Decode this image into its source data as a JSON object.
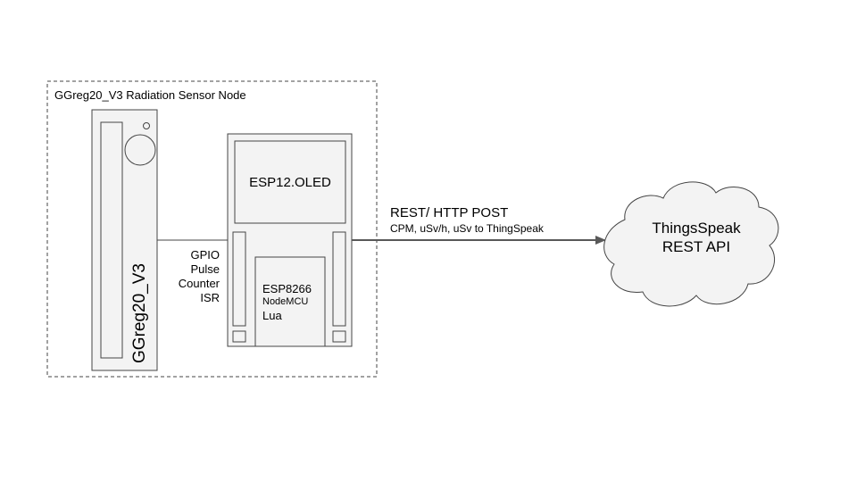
{
  "node_group": {
    "title": "GGreg20_V3 Radiation Sensor Node"
  },
  "sensor": {
    "label": "GGreg20_V3"
  },
  "gpio_link": {
    "lines": [
      "GPIO",
      "Pulse",
      "Counter",
      "ISR"
    ]
  },
  "display": {
    "label": "ESP12.OLED"
  },
  "mcu": {
    "lines": [
      "ESP8266",
      "NodeMCU",
      "Lua"
    ]
  },
  "connection": {
    "title": "REST/ HTTP POST",
    "subtitle": "CPM, uSv/h, uSv to ThingSpeak"
  },
  "cloud": {
    "lines": [
      "ThingsSpeak",
      "REST API"
    ]
  },
  "colors": {
    "stroke": "#444444",
    "fill": "#f3f3f3",
    "arrow": "#595959",
    "text": "#000000"
  }
}
